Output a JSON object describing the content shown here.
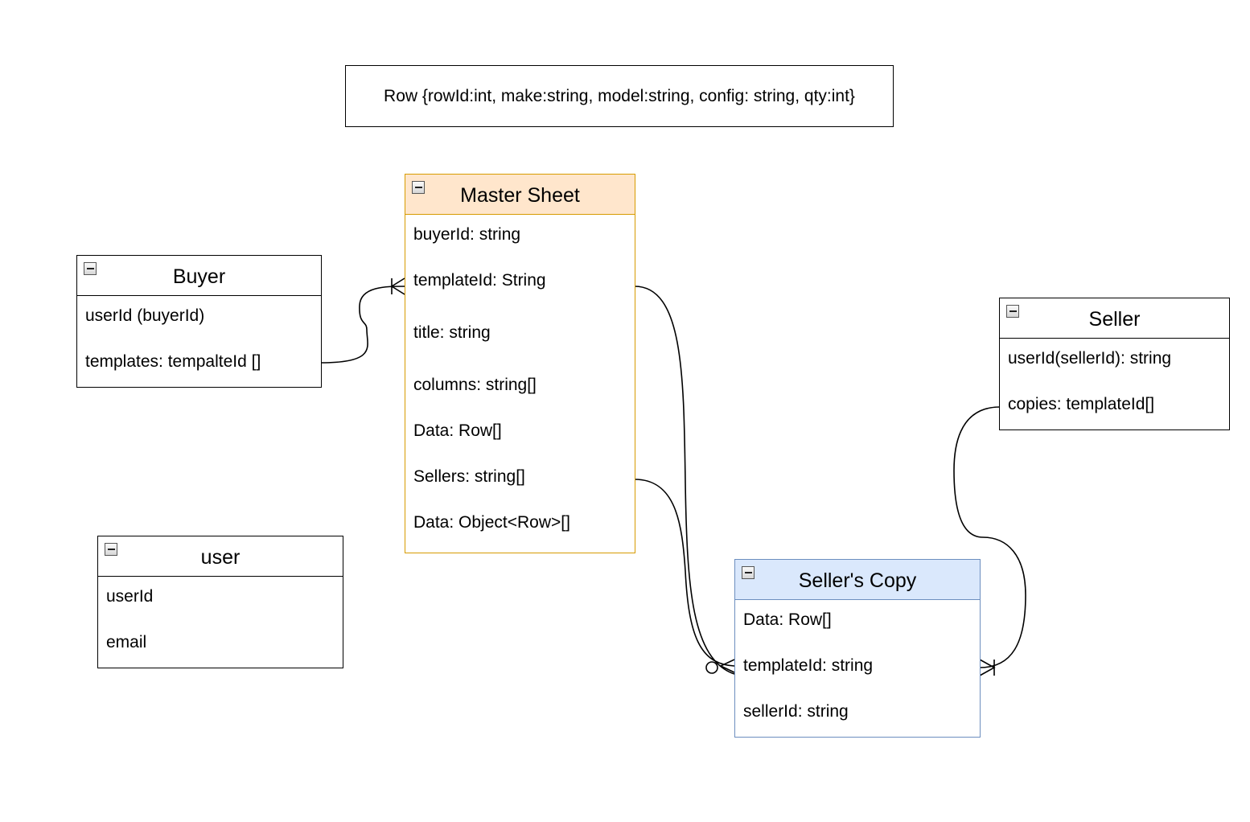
{
  "note": {
    "text": "Row {rowId:int, make:string, model:string, config: string, qty:int}"
  },
  "entities": {
    "master": {
      "title": "Master Sheet",
      "fields": [
        "buyerId: string",
        "templateId: String",
        "title: string",
        "columns: string[]",
        "Data: Row[]",
        "Sellers: string[]",
        "Data: Object<Row>[]"
      ]
    },
    "buyer": {
      "title": "Buyer",
      "fields": [
        "userId (buyerId)",
        "templates: tempalteId []"
      ]
    },
    "seller": {
      "title": "Seller",
      "fields": [
        "userId(sellerId): string",
        "copies: templateId[]"
      ]
    },
    "user": {
      "title": "user",
      "fields": [
        "userId",
        "email"
      ]
    },
    "sellers_copy": {
      "title": "Seller's Copy",
      "fields": [
        "Data: Row[]",
        "templateId: string",
        "sellerId: string"
      ]
    }
  },
  "colors": {
    "master_fill": "#ffe6cc",
    "master_stroke": "#d79b00",
    "copy_fill": "#dae8fc",
    "copy_stroke": "#6c8ebf",
    "default_stroke": "#000000"
  }
}
